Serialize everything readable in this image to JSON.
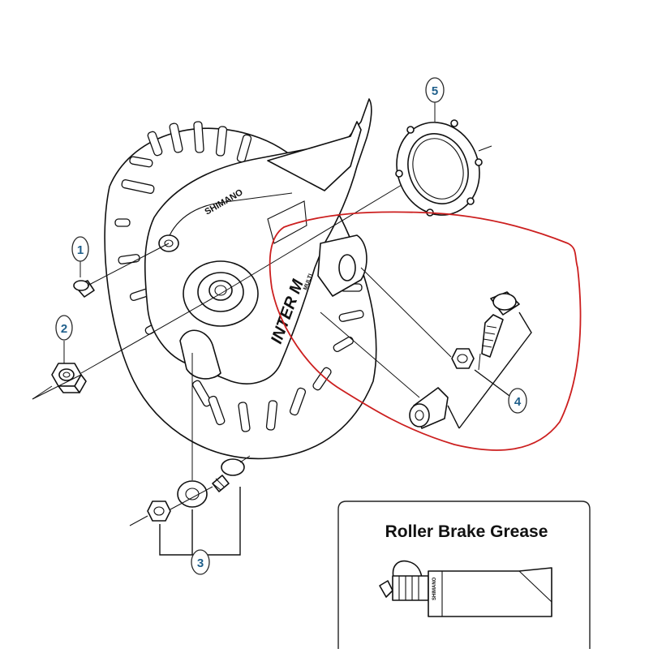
{
  "figure": {
    "callouts": [
      {
        "id": "1",
        "label": "1"
      },
      {
        "id": "2",
        "label": "2"
      },
      {
        "id": "3",
        "label": "3"
      },
      {
        "id": "4",
        "label": "4"
      },
      {
        "id": "5",
        "label": "5"
      }
    ],
    "brand_mark": "SHIMANO",
    "hub_mark": "INTER M",
    "hub_sub_mark": "MULTI",
    "inset_title": "Roller Brake Grease",
    "tube_label": "SHIMANO",
    "colors": {
      "line": "#111111",
      "callout_number": "#1f5f8b",
      "highlight": "#cc1f1f"
    },
    "icons": [
      "hub-brake-assembly-icon",
      "dust-cap-icon",
      "hex-nut-icon",
      "anchor-bolt-set-icon",
      "cable-adjuster-set-icon",
      "cover-ring-icon",
      "grease-tube-icon"
    ]
  }
}
